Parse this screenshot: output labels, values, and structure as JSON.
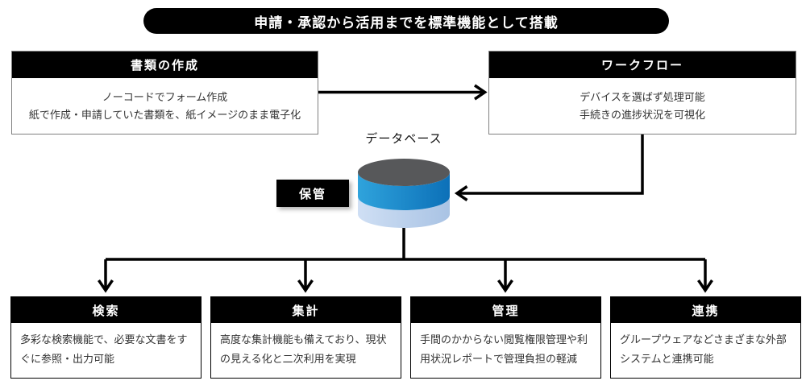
{
  "banner": {
    "label": "申請・承認から活用までを標準機能として搭載"
  },
  "top_boxes": [
    {
      "title": "書類の作成",
      "lines": [
        "ノーコードでフォーム作成",
        "紙で作成・申請していた書類を、紙イメージのまま電子化"
      ]
    },
    {
      "title": "ワークフロー",
      "lines": [
        "デバイスを選ばず処理可能",
        "手続きの進捗状況を可視化"
      ]
    }
  ],
  "database": {
    "label": "データベース",
    "storage_label": "保管",
    "colors": {
      "top": "#57585a",
      "middle_from": "#2fa3dc",
      "middle_to": "#0c70b8",
      "bottom_from": "#cfdff4",
      "bottom_to": "#a9c3e4",
      "connector": "#000000"
    }
  },
  "bottom_boxes": [
    {
      "title": "検索",
      "description": "多彩な検索機能で、必要な文書をすぐに参照・出力可能"
    },
    {
      "title": "集計",
      "description": "高度な集計機能も備えており、現状の見える化と二次利用を実現"
    },
    {
      "title": "管理",
      "description": "手間のかからない閲覧権限管理や利用状況レポートで管理負担の軽減"
    },
    {
      "title": "連携",
      "description": "グループウェアなどさまざまな外部システムと連携可能"
    }
  ]
}
